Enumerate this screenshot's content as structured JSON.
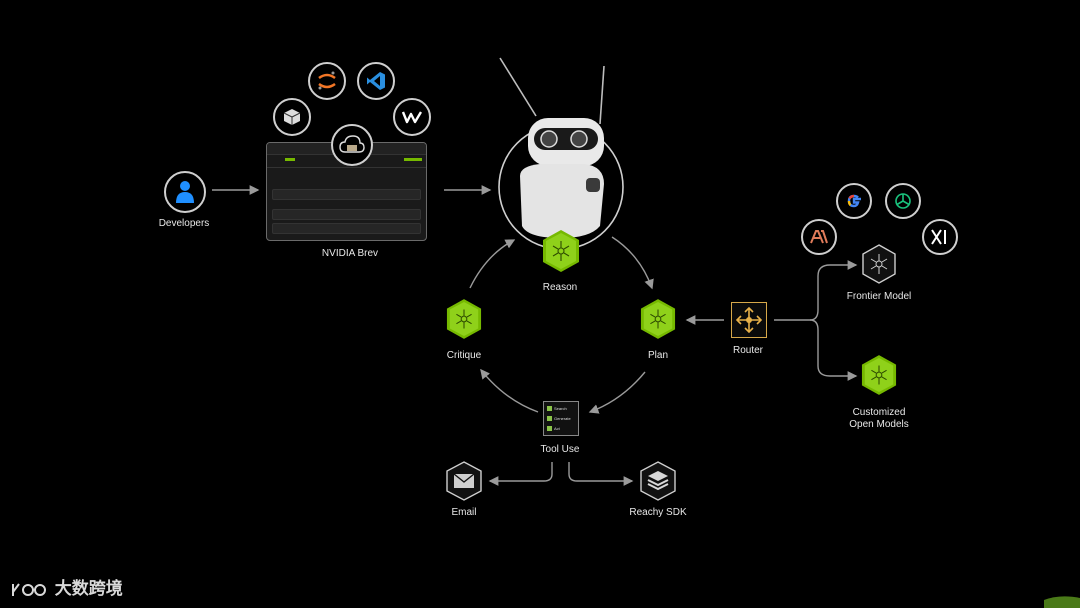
{
  "nodes": {
    "developers": "Developers",
    "nvidia_brev": "NVIDIA Brev",
    "reason": "Reason",
    "plan": "Plan",
    "critique": "Critique",
    "tool_use": "Tool Use",
    "router": "Router",
    "frontier_model": "Frontier Model",
    "customized_open_models_line1": "Customized",
    "customized_open_models_line2": "Open Models",
    "email": "Email",
    "reachy_sdk": "Reachy SDK"
  },
  "tool_list": [
    "Search",
    "Generate",
    "Act"
  ],
  "brand_icons": {
    "left": [
      "cube-icon",
      "jupyter-icon",
      "vscode-icon",
      "windsurf-icon"
    ],
    "right": [
      "anthropic-icon",
      "google-icon",
      "openai-icon",
      "xai-icon"
    ]
  },
  "watermark": "大数跨境",
  "colors": {
    "accent_green": "#76b900",
    "router_gold": "#e8b14a",
    "line": "#9a9a9a",
    "developer_blue": "#1f8fff"
  }
}
